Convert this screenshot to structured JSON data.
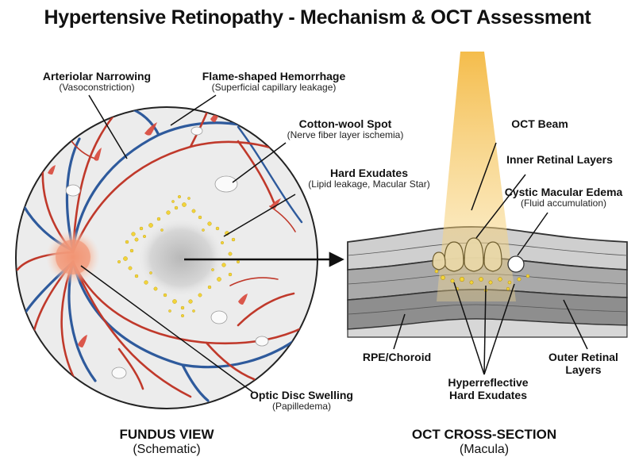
{
  "title": "Hypertensive Retinopathy - Mechanism & OCT Assessment",
  "fundus": {
    "caption": "FUNDUS VIEW",
    "caption_sub": "(Schematic)",
    "labels": {
      "arteriolar": {
        "main": "Arteriolar Narrowing",
        "sub": "(Vasoconstriction)"
      },
      "flame": {
        "main": "Flame-shaped Hemorrhage",
        "sub": "(Superficial capillary leakage)"
      },
      "cotton": {
        "main": "Cotton-wool Spot",
        "sub": "(Nerve fiber layer ischemia)"
      },
      "exudates": {
        "main": "Hard Exudates",
        "sub": "(Lipid leakage, Macular Star)"
      },
      "disc": {
        "main": "Optic Disc Swelling",
        "sub": "(Papilledema)"
      }
    }
  },
  "oct": {
    "caption": "OCT CROSS-SECTION",
    "caption_sub": "(Macula)",
    "labels": {
      "beam": {
        "main": "OCT Beam"
      },
      "inner": {
        "main": "Inner Retinal Layers"
      },
      "edema": {
        "main": "Cystic Macular Edema",
        "sub": "(Fluid accumulation)"
      },
      "rpe": {
        "main": "RPE/Choroid"
      },
      "hyper": {
        "main": "Hyperreflective",
        "sub": "Hard Exudates"
      },
      "outer": {
        "main": "Outer Retinal",
        "sub": "Layers"
      }
    }
  },
  "colors": {
    "artery": "#c0392b",
    "vein": "#2e5a9c",
    "disc": "#f08a6a",
    "exudate": "#f2d43a",
    "fundus_bg": "#ececec",
    "beam": "#f4b942"
  }
}
